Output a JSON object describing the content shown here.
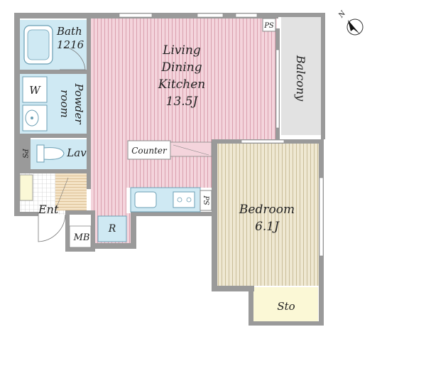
{
  "rooms": {
    "ldk": {
      "line1": "Living",
      "line2": "Dining",
      "line3": "Kitchen",
      "size": "13.5J"
    },
    "bedroom": {
      "name": "Bedroom",
      "size": "6.1J"
    },
    "bath": {
      "name": "Bath",
      "size": "1216"
    },
    "powder": {
      "line1": "Powder",
      "line2": "room"
    },
    "washer": "W",
    "lav": "Lav",
    "ps_top": "PS",
    "ps_left": "PS",
    "ps_kitchen": "PS",
    "counter": "Counter",
    "entrance": "Ent",
    "meter_box": "MB",
    "fridge": "R",
    "storage": "Sto",
    "balcony": "Balcony"
  },
  "compass": {
    "north_label": "N"
  },
  "colors": {
    "ldk_floor": "#f4d4dc",
    "ldk_stripe": "#d9a0ae",
    "bedroom_floor": "#efe8d2",
    "bedroom_stripe": "#cfc4a4",
    "wet_area": "#cfe9f3",
    "storage": "#fbf8d6",
    "balcony": "#e2e2e2",
    "wall": "#9a9a9a"
  }
}
